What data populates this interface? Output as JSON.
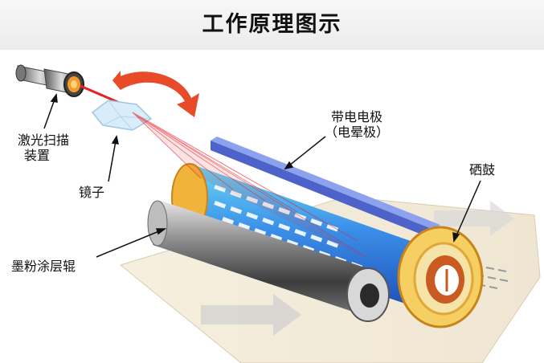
{
  "title": "工作原理图示",
  "labels": {
    "laser_line1": "激光扫描",
    "laser_line2": "装置",
    "mirror": "镜子",
    "charge_line1": "带电电极",
    "charge_line2": "（电晕极）",
    "drum": "硒鼓",
    "roller": "墨粉涂层辊"
  },
  "colors": {
    "laser_beam": "#e8202a",
    "drum_surface": "#3a8fe8",
    "drum_end": "#f0b43a",
    "electrode": "#4d63c9",
    "arrow": "#e84b2a"
  }
}
